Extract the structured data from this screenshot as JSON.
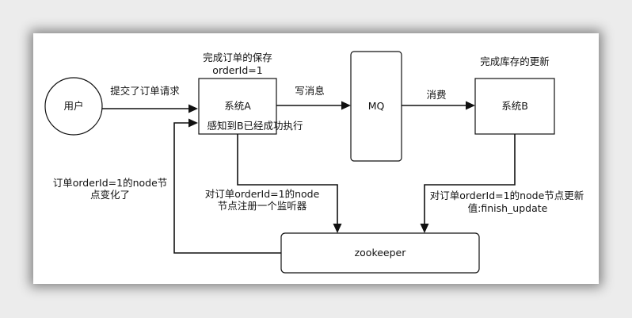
{
  "nodes": {
    "user": "用户",
    "system_a": "系统A",
    "mq": "MQ",
    "system_b": "系统B",
    "zookeeper": "zookeeper"
  },
  "labels": {
    "system_a_title_line1": "完成订单的保存",
    "system_a_title_line2": "orderId=1",
    "system_b_title": "完成库存的更新",
    "submit_order": "提交了订单请求",
    "write_message": "写消息",
    "consume": "消费",
    "sensed_b_done": "感知到B已经成功执行",
    "node_changed_line1": "订单orderId=1的node节",
    "node_changed_line2": "点变化了",
    "register_listener_line1": "对订单orderId=1的node",
    "register_listener_line2": "节点注册一个监听器",
    "update_node_line1": "对订单orderId=1的node节点更新",
    "update_node_line2": "值:finish_update"
  }
}
